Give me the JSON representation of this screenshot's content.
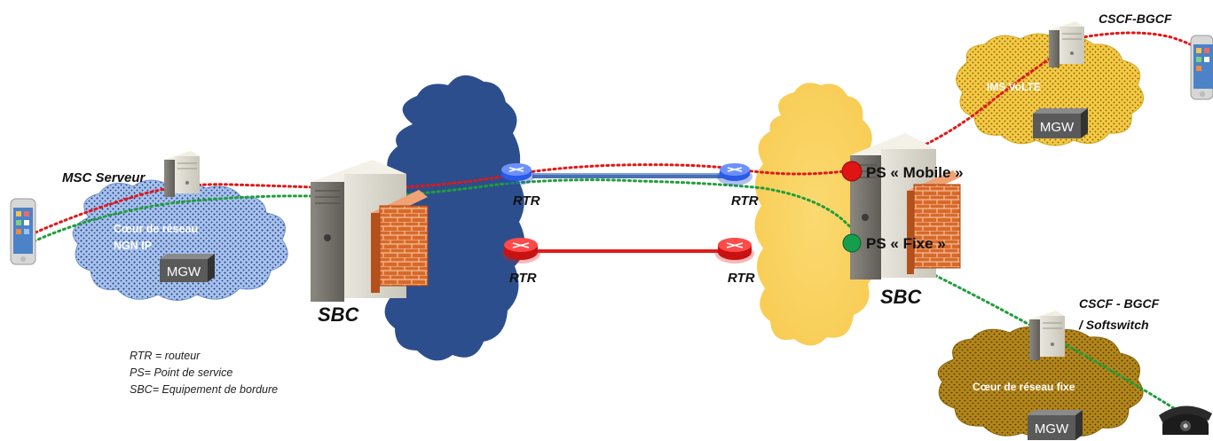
{
  "labels": {
    "msc_server": "MSC Serveur",
    "core_ngn_line1": "Cœur de réseau",
    "core_ngn_line2": "NGN IP",
    "mgw": "MGW",
    "sbc": "SBC",
    "rtr": "RTR",
    "ps_mobile": "PS « Mobile »",
    "ps_fixe": "PS « Fixe »",
    "cscf_bgcf_top": "CSCF-BGCF",
    "ims_volte": "IMS VoLTE",
    "cscf_bgcf_bottom_line1": "CSCF - BGCF",
    "cscf_bgcf_bottom_line2": "/ Softswitch",
    "core_fixe": "Cœur de réseau fixe"
  },
  "legend": [
    "RTR = routeur",
    "PS= Point de service",
    "SBC= Equipement de bordure"
  ],
  "colors": {
    "blue_cloud": "#2f4f8f",
    "yellow_cloud": "#f8d46a",
    "ims_cloud": "#f3c13a",
    "fixe_cloud": "#b8860b",
    "ngn_cloud": "#9eb8e6",
    "red_link": "#e01818",
    "green_link": "#1f9e3a",
    "blue_link": "#4a6fb5",
    "mgw_box": "#555555"
  }
}
